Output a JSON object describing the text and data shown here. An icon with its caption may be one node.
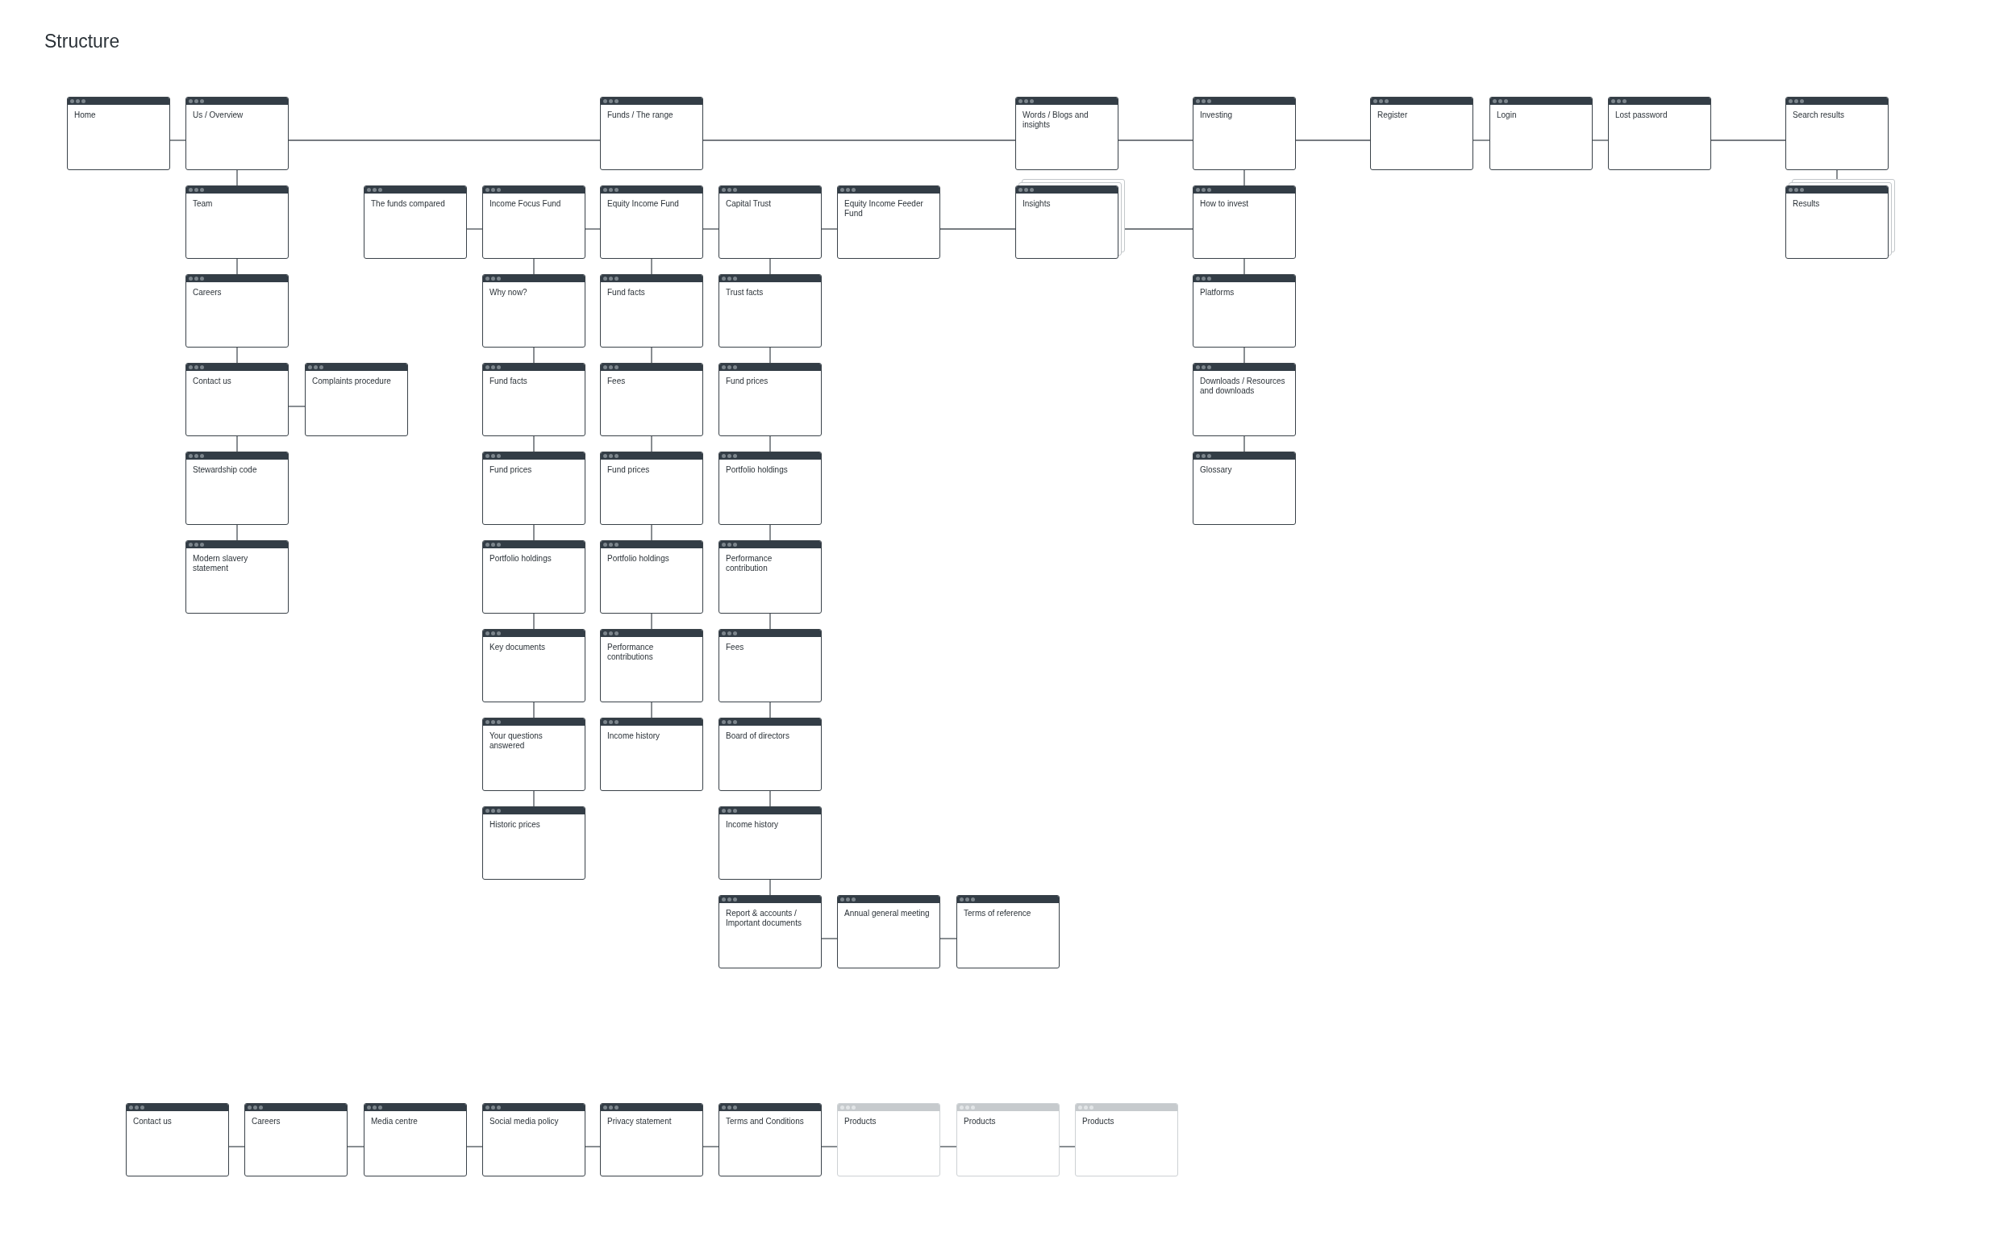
{
  "diagram": {
    "title": "Structure",
    "nodes": [
      {
        "text": [
          "Home"
        ]
      },
      {
        "text": [
          "Us / Overview"
        ]
      },
      {
        "text": [
          "Funds / The range"
        ]
      },
      {
        "text": [
          "Words / Blogs and insights"
        ]
      },
      {
        "text": [
          "Investing"
        ]
      },
      {
        "text": [
          "Register"
        ]
      },
      {
        "text": [
          "Login"
        ]
      },
      {
        "text": [
          "Lost password"
        ]
      },
      {
        "text": [
          "Search results"
        ]
      },
      {
        "text": [
          "Team"
        ]
      },
      {
        "text": [
          "The funds compared"
        ]
      },
      {
        "text": [
          "Income Focus Fund"
        ]
      },
      {
        "text": [
          "Equity Income Fund"
        ]
      },
      {
        "text": [
          "Capital Trust"
        ]
      },
      {
        "text": [
          "Equity Income Feeder Fund"
        ]
      },
      {
        "text": [
          "Insights"
        ]
      },
      {
        "text": [
          "How to invest"
        ]
      },
      {
        "text": [
          "Results"
        ]
      },
      {
        "text": [
          "Careers"
        ]
      },
      {
        "text": [
          "Why now?"
        ]
      },
      {
        "text": [
          "Fund facts"
        ]
      },
      {
        "text": [
          "Trust facts"
        ]
      },
      {
        "text": [
          "Platforms"
        ]
      },
      {
        "text": [
          "Contact us"
        ]
      },
      {
        "text": [
          "Complaints procedure"
        ]
      },
      {
        "text": [
          "Fund facts"
        ]
      },
      {
        "text": [
          "Fees"
        ]
      },
      {
        "text": [
          "Fund prices"
        ]
      },
      {
        "text": [
          "Downloads / Resources and downloads"
        ]
      },
      {
        "text": [
          "Stewardship code"
        ]
      },
      {
        "text": [
          "Fund prices"
        ]
      },
      {
        "text": [
          "Fund prices"
        ]
      },
      {
        "text": [
          "Portfolio holdings"
        ]
      },
      {
        "text": [
          "Glossary"
        ]
      },
      {
        "text": [
          "Modern slavery statement"
        ]
      },
      {
        "text": [
          "Portfolio holdings"
        ]
      },
      {
        "text": [
          "Portfolio holdings"
        ]
      },
      {
        "text": [
          "Performance contribution"
        ]
      },
      {
        "text": [
          "Key documents"
        ]
      },
      {
        "text": [
          "Performance contributions"
        ]
      },
      {
        "text": [
          "Fees"
        ]
      },
      {
        "text": [
          "Your questions answered"
        ]
      },
      {
        "text": [
          "Income history"
        ]
      },
      {
        "text": [
          "Board of directors"
        ]
      },
      {
        "text": [
          "Historic prices"
        ]
      },
      {
        "text": [
          "Income history"
        ]
      },
      {
        "text": [
          "Report & accounts / Important documents"
        ]
      },
      {
        "text": [
          "Annual general meeting"
        ]
      },
      {
        "text": [
          "Terms of reference"
        ]
      },
      {
        "text": [
          "Contact us"
        ]
      },
      {
        "text": [
          "Careers"
        ]
      },
      {
        "text": [
          "Media centre"
        ]
      },
      {
        "text": [
          "Social media policy"
        ]
      },
      {
        "text": [
          "Privacy statement"
        ]
      },
      {
        "text": [
          "Terms and Conditions"
        ]
      },
      {
        "text": [
          "Products"
        ]
      },
      {
        "text": [
          "Products"
        ]
      },
      {
        "text": [
          "Products"
        ]
      }
    ],
    "edges": [
      {
        "from": 0,
        "to": 1,
        "arrow": "none"
      },
      {
        "from": 1,
        "to": 2,
        "arrow": "none"
      },
      {
        "from": 2,
        "to": 3,
        "arrow": "none"
      },
      {
        "from": 3,
        "to": 4,
        "arrow": "none"
      },
      {
        "from": 4,
        "to": 5,
        "arrow": "none"
      },
      {
        "from": 5,
        "to": 6,
        "arrow": "none"
      },
      {
        "from": 6,
        "to": 7,
        "arrow": "none"
      },
      {
        "from": 7,
        "to": 8,
        "arrow": "none"
      },
      {
        "from": 1,
        "to": 9,
        "arrow": "none"
      },
      {
        "from": 9,
        "to": 18,
        "arrow": "none"
      },
      {
        "from": 18,
        "to": 23,
        "arrow": "none"
      },
      {
        "from": 23,
        "to": 24,
        "arrow": "none"
      },
      {
        "from": 23,
        "to": 29,
        "arrow": "none"
      },
      {
        "from": 29,
        "to": 34,
        "arrow": "none"
      },
      {
        "from": 10,
        "to": 11,
        "arrow": "none"
      },
      {
        "from": 11,
        "to": 12,
        "arrow": "none"
      },
      {
        "from": 12,
        "to": 13,
        "arrow": "none"
      },
      {
        "from": 13,
        "to": 14,
        "arrow": "none"
      },
      {
        "from": 14,
        "to": 15,
        "arrow": "none"
      },
      {
        "from": 15,
        "to": 16,
        "arrow": "none"
      },
      {
        "from": 4,
        "to": 16,
        "arrow": "none"
      },
      {
        "from": 16,
        "to": 22,
        "arrow": "none"
      },
      {
        "from": 22,
        "to": 28,
        "arrow": "none"
      },
      {
        "from": 28,
        "to": 33,
        "arrow": "none"
      },
      {
        "from": 8,
        "to": 17,
        "arrow": "none"
      },
      {
        "from": 11,
        "to": 19,
        "arrow": "none"
      },
      {
        "from": 19,
        "to": 25,
        "arrow": "none"
      },
      {
        "from": 25,
        "to": 30,
        "arrow": "none"
      },
      {
        "from": 30,
        "to": 35,
        "arrow": "none"
      },
      {
        "from": 35,
        "to": 38,
        "arrow": "none"
      },
      {
        "from": 38,
        "to": 41,
        "arrow": "none"
      },
      {
        "from": 41,
        "to": 44,
        "arrow": "none"
      },
      {
        "from": 12,
        "to": 20,
        "arrow": "none"
      },
      {
        "from": 20,
        "to": 26,
        "arrow": "none"
      },
      {
        "from": 26,
        "to": 31,
        "arrow": "none"
      },
      {
        "from": 31,
        "to": 36,
        "arrow": "none"
      },
      {
        "from": 36,
        "to": 39,
        "arrow": "none"
      },
      {
        "from": 39,
        "to": 42,
        "arrow": "none"
      },
      {
        "from": 13,
        "to": 21,
        "arrow": "none"
      },
      {
        "from": 21,
        "to": 27,
        "arrow": "none"
      },
      {
        "from": 27,
        "to": 32,
        "arrow": "none"
      },
      {
        "from": 32,
        "to": 37,
        "arrow": "none"
      },
      {
        "from": 37,
        "to": 40,
        "arrow": "none"
      },
      {
        "from": 40,
        "to": 43,
        "arrow": "none"
      },
      {
        "from": 43,
        "to": 45,
        "arrow": "none"
      },
      {
        "from": 45,
        "to": 46,
        "arrow": "none"
      },
      {
        "from": 46,
        "to": 47,
        "arrow": "none"
      },
      {
        "from": 47,
        "to": 48,
        "arrow": "none"
      },
      {
        "from": 49,
        "to": 50,
        "arrow": "none"
      },
      {
        "from": 50,
        "to": 51,
        "arrow": "none"
      },
      {
        "from": 51,
        "to": 52,
        "arrow": "none"
      },
      {
        "from": 52,
        "to": 53,
        "arrow": "none"
      },
      {
        "from": 53,
        "to": 54,
        "arrow": "none"
      },
      {
        "from": 54,
        "to": 55,
        "arrow": "none"
      },
      {
        "from": 55,
        "to": 56,
        "arrow": "none"
      },
      {
        "from": 56,
        "to": 57,
        "arrow": "none"
      }
    ]
  }
}
